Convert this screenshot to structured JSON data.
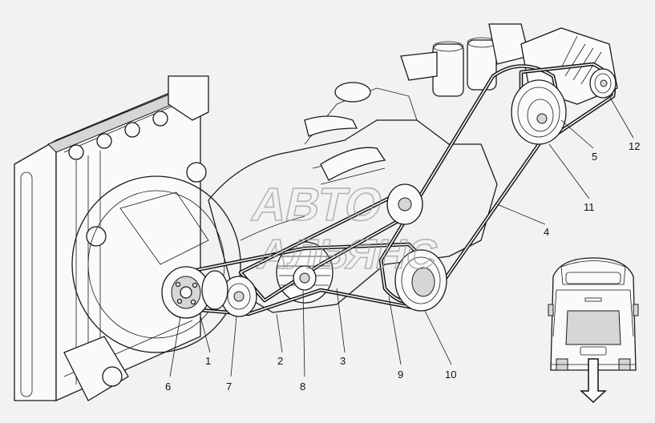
{
  "watermark": {
    "line1": "АВТО",
    "line2": "АЛЬЯНС"
  },
  "callouts": [
    {
      "id": "1",
      "label": "1"
    },
    {
      "id": "2",
      "label": "2"
    },
    {
      "id": "3",
      "label": "3"
    },
    {
      "id": "4",
      "label": "4"
    },
    {
      "id": "5",
      "label": "5"
    },
    {
      "id": "6",
      "label": "6"
    },
    {
      "id": "7",
      "label": "7"
    },
    {
      "id": "8",
      "label": "8"
    },
    {
      "id": "9",
      "label": "9"
    },
    {
      "id": "10",
      "label": "10"
    },
    {
      "id": "11",
      "label": "11"
    },
    {
      "id": "12",
      "label": "12"
    }
  ],
  "icons": {
    "bus_view": "bus-rear-view-icon",
    "arrow": "view-direction-arrow-icon"
  }
}
